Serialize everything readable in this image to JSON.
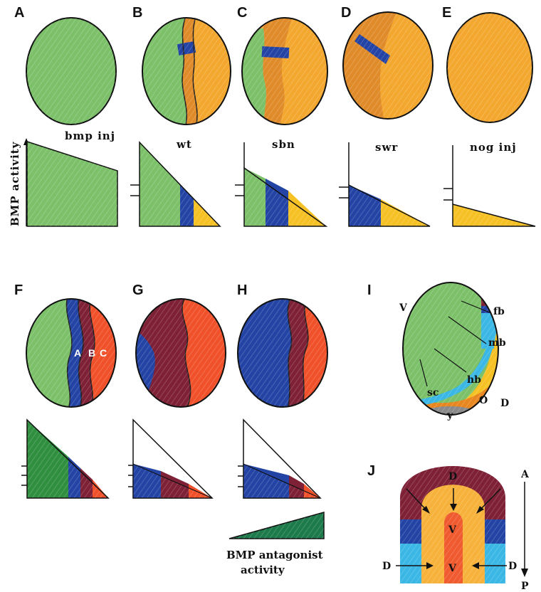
{
  "colors": {
    "green": "#7cc16a",
    "orange": "#f3a72f",
    "dark_orange": "#e08b2a",
    "blue": "#2344a5",
    "yellow": "#f6c124",
    "maroon": "#7e2136",
    "red_orange": "#f0512a",
    "light_blue": "#3ab7e4",
    "dark_green": "#1d7a4a",
    "gray": "#8a8a8a"
  },
  "panels": {
    "A": "A",
    "B": "B",
    "C": "C",
    "D": "D",
    "E": "E",
    "F": "F",
    "G": "G",
    "H": "H",
    "I": "I",
    "J": "J"
  },
  "conditions": [
    "bmp inj",
    "wt",
    "sbn",
    "swr",
    "nog inj"
  ],
  "y_axis_label": "BMP activity",
  "f_zone_labels": [
    "A",
    "B",
    "C"
  ],
  "panel_I": {
    "v": "V",
    "d": "D",
    "regions": [
      "fb",
      "mb",
      "hb",
      "sc",
      "O",
      "y"
    ]
  },
  "panel_J": {
    "d_top": "D",
    "v_upper": "V",
    "v_lower": "V",
    "d_left": "D",
    "d_right": "D",
    "axis_a": "A",
    "axis_p": "P"
  },
  "antagonist_caption": [
    "BMP antagonist",
    "activity"
  ]
}
